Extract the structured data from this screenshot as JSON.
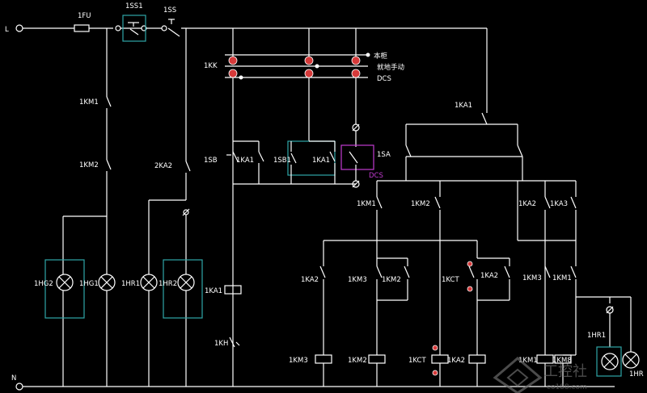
{
  "terminals": {
    "line": "L",
    "neutral": "N"
  },
  "labels": {
    "fuse": "1FU",
    "ss1": "1SS1",
    "ss": "1SS",
    "kk": "1KK",
    "km1_left": "1KM1",
    "km2_left": "1KM2",
    "ka2_left": "2KA2",
    "sb_a": "1SB",
    "ka1_a": "1KA1",
    "sb1": "1SB1",
    "ka1_b": "1KA1",
    "dcs_mag": "DCS",
    "sa": "1SA",
    "ka1_top": "1KA1",
    "km1_mid": "1KM1",
    "km2_mid": "1KM2",
    "ka2_right": "1KA2",
    "ka3_right": "1KA3",
    "hg2": "1HG2",
    "hg1": "1HG1",
    "hr1_left": "1HR1",
    "hr2": "1HR2",
    "ka1_coil": "1KA1",
    "kh": "1KH",
    "ka2_low": "1KA2",
    "km3_low": "1KM3",
    "km2_low": "1KM2",
    "kct_low": "1KCT",
    "ka2_low2": "1KA2",
    "km3_low2": "1KM3",
    "km1_low": "1KM1",
    "coil_km3": "1KM3",
    "coil_km2": "1KM2",
    "coil_kct": "1KCT",
    "coil_ka2": "1KA2",
    "coil_km1": "1KM1",
    "coil_km8": "1KM8",
    "hr1_right": "1HR1",
    "hr_right": "1HR"
  },
  "selector": {
    "local": "本柜",
    "field": "就地手动",
    "dcs": "DCS"
  },
  "watermark": {
    "main": "工控社",
    "sub": "co188.com"
  },
  "colors": {
    "wire": "#ffffff",
    "box": "#2fa6a8",
    "dcs_box": "#c23bd0",
    "dot": "#d63a3a"
  }
}
